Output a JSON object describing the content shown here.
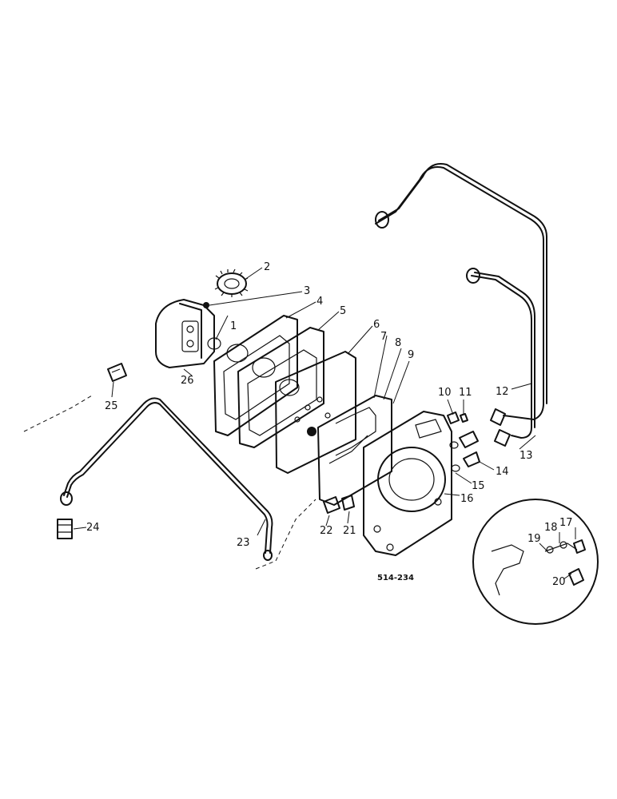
{
  "diagram_code": "514-234",
  "callouts": [
    "1",
    "2",
    "3",
    "4",
    "5",
    "6",
    "7",
    "8",
    "9",
    "10",
    "11",
    "12",
    "13",
    "14",
    "15",
    "16",
    "17",
    "18",
    "19",
    "20",
    "21",
    "22",
    "23",
    "24",
    "25",
    "26"
  ]
}
